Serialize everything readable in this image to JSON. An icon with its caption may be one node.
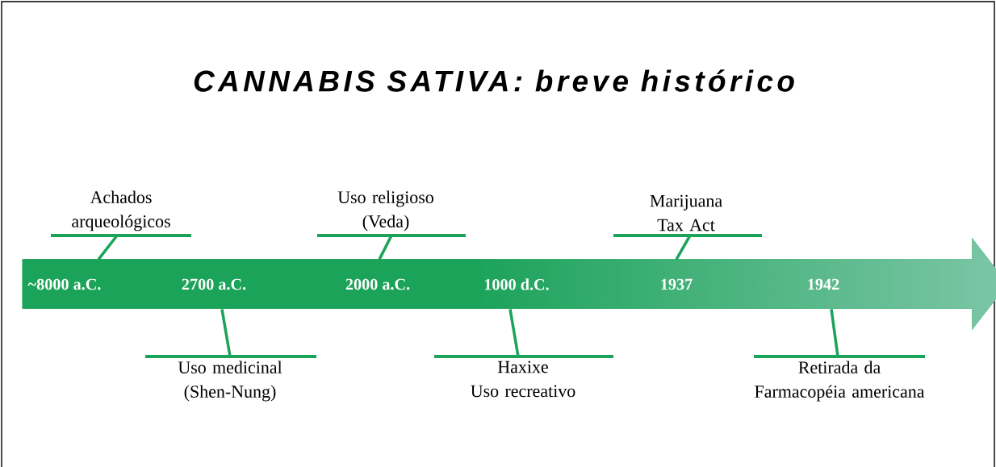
{
  "diagram": {
    "title": "CANNABIS SATIVA: breve histórico",
    "nodes": [
      {
        "text": [],
        "shape": "arrow"
      },
      {
        "text": [
          "~8000 a.C."
        ],
        "in": 0
      },
      {
        "text": [
          "2700 a.C."
        ],
        "in": 0
      },
      {
        "text": [
          "2000 a.C."
        ],
        "in": 0
      },
      {
        "text": [
          "1000 d.C."
        ],
        "in": 0
      },
      {
        "text": [
          "1937"
        ],
        "in": 0
      },
      {
        "text": [
          "1942"
        ],
        "in": 0
      },
      {
        "text": [
          "Achados arqueológicos"
        ]
      },
      {
        "text": [
          "Uso medicinal (Shen-Nung)"
        ]
      },
      {
        "text": [
          "Uso religioso (Veda)"
        ]
      },
      {
        "text": [
          "Haxixe",
          "Uso recreativo"
        ]
      },
      {
        "text": [
          "Marijuana Tax Act"
        ]
      },
      {
        "text": [
          "Retirada da Farmacopéia americana"
        ]
      }
    ],
    "edges": [
      {
        "from": 7,
        "to": 1,
        "arrow": "none"
      },
      {
        "from": 8,
        "to": 2,
        "arrow": "none"
      },
      {
        "from": 9,
        "to": 3,
        "arrow": "none"
      },
      {
        "from": 10,
        "to": 4,
        "arrow": "none"
      },
      {
        "from": 11,
        "to": 5,
        "arrow": "none"
      },
      {
        "from": 12,
        "to": 6,
        "arrow": "none"
      }
    ]
  }
}
